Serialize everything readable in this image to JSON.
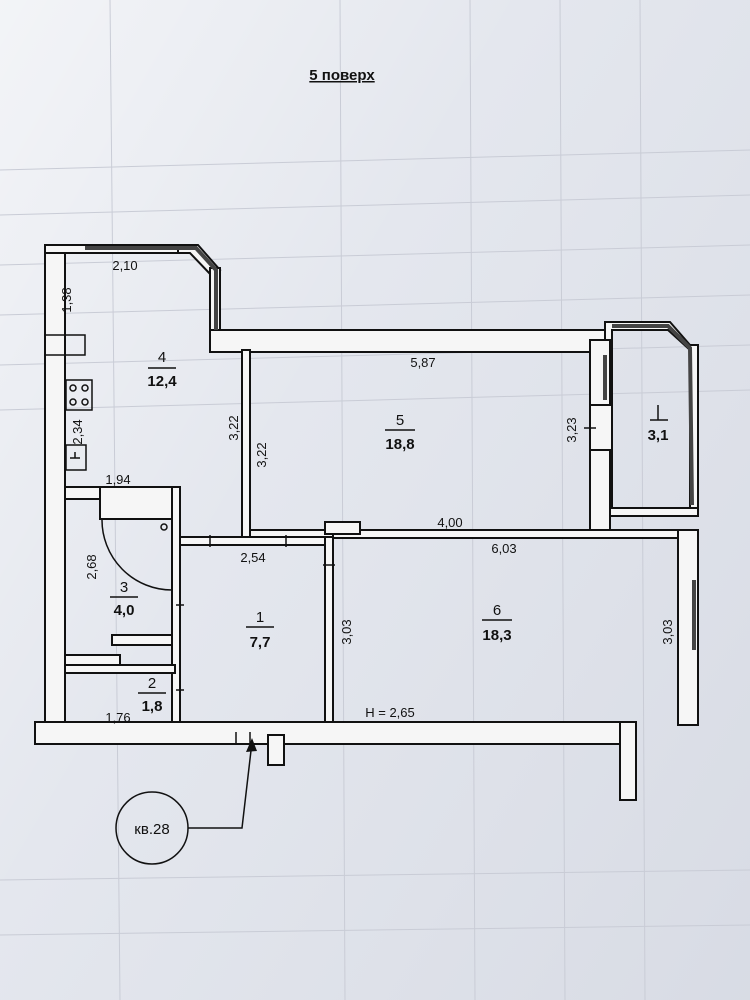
{
  "plan": {
    "floor_title": "5 поверх",
    "height_label": "H = 2,65",
    "apartment_label": "кв.28"
  },
  "rooms": [
    {
      "number": "1",
      "area": "7,7"
    },
    {
      "number": "2",
      "area": "1,8"
    },
    {
      "number": "3",
      "area": "4,0"
    },
    {
      "number": "4",
      "area": "12,4"
    },
    {
      "number": "5",
      "area": "18,8"
    },
    {
      "number": "6",
      "area": "18,3"
    },
    {
      "number": "",
      "area": "3,1"
    }
  ],
  "dimensions": {
    "kitchen_top": "2,10",
    "kitchen_left": "1,38",
    "kitchen_wall": "2,34",
    "kitchen_right": "3,22",
    "room5_left": "3,22",
    "room5_top": "5,87",
    "room5_right": "3,23",
    "room5_bottom": "4,00",
    "bath_top": "1,94",
    "bath_left": "2,68",
    "hall_top": "2,54",
    "wc_bottom": "1,76",
    "room6_top": "6,03",
    "room6_left": "3,03",
    "room6_right": "3,03"
  }
}
